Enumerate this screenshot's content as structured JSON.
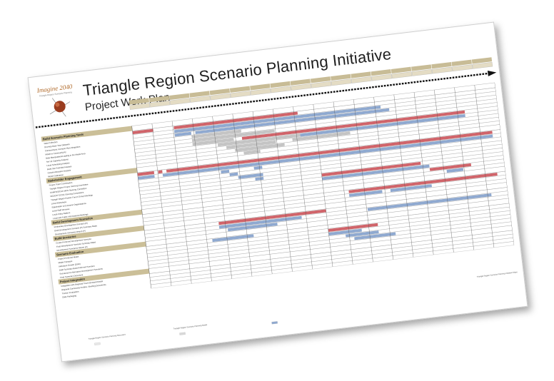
{
  "document": {
    "logo_text": "Imagine 2040",
    "logo_subtext": "Triangle Region Scenario Planning",
    "title": "Triangle Region Scenario Planning Initiative",
    "subtitle": "Project Work Plan"
  },
  "colors": {
    "red_bar": "#d0646a",
    "blue_bar": "#8fa9d0",
    "gray_bar": "#c4c4c4",
    "section_fill": "#cbbf98",
    "header_fill": "#c8bc96",
    "arrow": "#111111"
  },
  "sections": [
    {
      "name": "Build Scenario Planning Tools",
      "rows": [
        {
          "label": "Data Collection",
          "bars": [
            {
              "s": 0,
              "e": 5,
              "c": "red"
            },
            {
              "s": 10,
              "e": 40,
              "c": "red"
            }
          ]
        },
        {
          "label": "Develop Base Year Datasets",
          "bars": [
            {
              "s": 10,
              "e": 26,
              "c": "blue"
            },
            {
              "s": 26,
              "e": 60,
              "c": "blue"
            }
          ]
        },
        {
          "label": "Communityviz Scenario Plan Integration",
          "bars": [
            {
              "s": 10,
              "e": 14,
              "c": "blue"
            },
            {
              "s": 15,
              "e": 62,
              "c": "blue"
            }
          ]
        },
        {
          "label": "Model in CommunityViz",
          "bars": [
            {
              "s": 14,
              "e": 26,
              "c": "gray"
            }
          ]
        },
        {
          "label": "Data Manipulation/Loading in the Model Area",
          "bars": [
            {
              "s": 14,
              "e": 34,
              "c": "gray"
            }
          ]
        },
        {
          "label": "Set Up Capacity Analysis",
          "bars": [
            {
              "s": 14,
              "e": 24,
              "c": "gray"
            },
            {
              "s": 26,
              "e": 80,
              "c": "red"
            }
          ]
        },
        {
          "label": "Local Scheduling Analysis",
          "bars": [
            {
              "s": 20,
              "e": 40,
              "c": "gray"
            },
            {
              "s": 40,
              "e": 80,
              "c": "blue"
            }
          ]
        },
        {
          "label": "Build Site Potential Analysis",
          "bars": [
            {
              "s": 22,
              "e": 34,
              "c": "gray"
            },
            {
              "s": 38,
              "e": 52,
              "c": "gray"
            }
          ]
        },
        {
          "label": "Growth Allocation Analysis",
          "bars": [
            {
              "s": 24,
              "e": 36,
              "c": "gray"
            }
          ]
        },
        {
          "label": "Model Calibration",
          "bars": [
            {
              "s": 26,
              "e": 30,
              "c": "gray"
            }
          ]
        }
      ]
    },
    {
      "name": "Stakeholder Engagement",
      "rows": [
        {
          "label": "Project Team Coordination",
          "bars": [
            {
              "s": 0,
              "e": 4,
              "c": "red"
            },
            {
              "s": 5,
              "e": 6,
              "c": "red"
            },
            {
              "s": 7,
              "e": 86,
              "c": "red"
            }
          ]
        },
        {
          "label": "Triangle Region Project Steering Committee",
          "bars": [
            {
              "s": 0,
              "e": 4,
              "c": "blue"
            },
            {
              "s": 6,
              "e": 86,
              "c": "blue"
            }
          ]
        },
        {
          "label": "CAMPO/DCHC MPO Steering Committee",
          "bars": [
            {
              "s": 20,
              "e": 22,
              "c": "blue"
            },
            {
              "s": 28,
              "e": 30,
              "c": "blue"
            }
          ]
        },
        {
          "label": "NCDOT/TJCOG Steering Committees",
          "bars": [
            {
              "s": 22,
              "e": 24,
              "c": "blue"
            }
          ]
        },
        {
          "label": "Triangle Region Partner Forum Group Meetings",
          "bars": [
            {
              "s": 24,
              "e": 30,
              "c": "blue"
            }
          ]
        },
        {
          "label": "Local Workshops",
          "bars": [
            {
              "s": 28,
              "e": 30,
              "c": "blue"
            }
          ]
        },
        {
          "label": "Stakeholder & Economic Organizations",
          "bars": [
            {
              "s": 44,
              "e": 68,
              "c": "red"
            }
          ]
        },
        {
          "label": "Local Staff Reviews",
          "bars": [
            {
              "s": 44,
              "e": 70,
              "c": "blue"
            }
          ]
        },
        {
          "label": "Local Policy Makers",
          "bars": [
            {
              "s": 70,
              "e": 80,
              "c": "red"
            }
          ]
        },
        {
          "label": "Local and Public Informational Meetings",
          "bars": [
            {
              "s": 74,
              "e": 78,
              "c": "blue"
            }
          ]
        }
      ]
    },
    {
      "name": "Build Development Scenarios",
      "rows": [
        {
          "label": "Preliminary Development Scenario (P)",
          "bars": [
            {
              "s": 50,
              "e": 86,
              "c": "red"
            }
          ]
        },
        {
          "label": "Draft Development Scenario (P) Summary Maps",
          "bars": [
            {
              "s": 50,
              "e": 58,
              "c": "blue"
            },
            {
              "s": 60,
              "e": 70,
              "c": "blue"
            }
          ]
        },
        {
          "label": "Development Scenarios Report (P)",
          "bars": []
        }
      ]
    },
    {
      "name": "Build Scenarios",
      "rows": [
        {
          "label": "Create Preferred Development Scenario",
          "bars": [
            {
              "s": 18,
              "e": 44,
              "c": "red"
            }
          ]
        },
        {
          "label": "Final Development Scenario Summary Maps",
          "bars": [
            {
              "s": 18,
              "e": 38,
              "c": "blue"
            },
            {
              "s": 54,
              "e": 84,
              "c": "blue"
            }
          ]
        },
        {
          "label": "Development Scenarios Report (P)",
          "bars": [
            {
              "s": 20,
              "e": 32,
              "c": "blue"
            }
          ]
        }
      ]
    },
    {
      "name": "Scenario Evaluation",
      "rows": [
        {
          "label": "Project Preferred Model",
          "bars": [
            {
              "s": 16,
              "e": 26,
              "c": "blue"
            }
          ]
        },
        {
          "label": "Model Compare",
          "bars": [
            {
              "s": 44,
              "e": 56,
              "c": "red"
            }
          ]
        },
        {
          "label": "Indicators Growth (2040)",
          "bars": [
            {
              "s": 44,
              "e": 52,
              "c": "blue"
            }
          ]
        },
        {
          "label": "Draft Summary Build Preferred Scenario",
          "bars": [
            {
              "s": 48,
              "e": 56,
              "c": "blue"
            }
          ]
        },
        {
          "label": "Scenarios for Alternative Development Scenarios",
          "bars": [
            {
              "s": 50,
              "e": 60,
              "c": "blue"
            }
          ]
        },
        {
          "label": "Final Summary Document",
          "bars": []
        }
      ]
    },
    {
      "name": "Project Integration",
      "rows": [
        {
          "label": "Integration with Regional Travel Demand Model",
          "bars": []
        },
        {
          "label": "Regional Community Profiles / Briefing Documents",
          "bars": []
        },
        {
          "label": "Transit / Evaluation",
          "bars": []
        },
        {
          "label": "Data Packaging",
          "bars": []
        }
      ]
    }
  ],
  "legend": {
    "item1": "Triangle Region Scenario Planning Document",
    "item2": "Triangle Region Scenario Planning Model",
    "item3": "Triangle Region Scenario Planning Initiative Maps"
  }
}
